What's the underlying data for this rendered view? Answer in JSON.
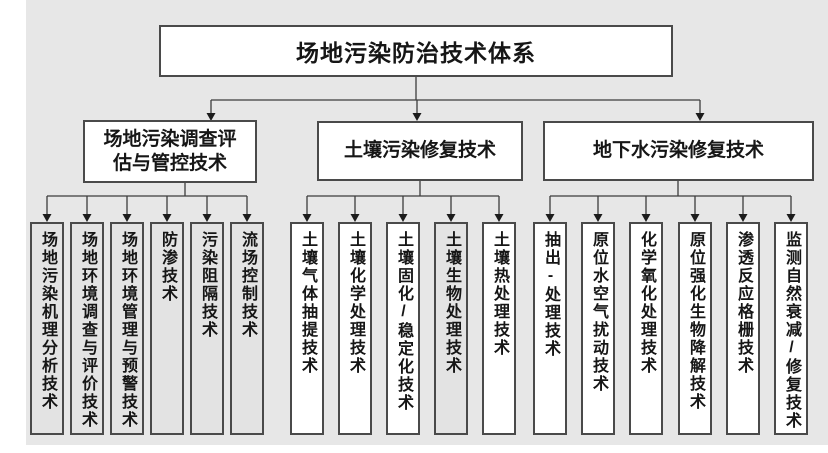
{
  "diagram": {
    "title": "场地污染防治技术体系",
    "branches": [
      {
        "label": "场地污染调查评估与管控技术",
        "children": [
          "场地污染机理分析技术",
          "场地环境调查与评价技术",
          "场地环境管理与预警技术",
          "防渗技术",
          "污染阻隔技术",
          "流场控制技术"
        ]
      },
      {
        "label": "土壤污染修复技术",
        "children": [
          "土壤气体抽提技术",
          "土壤化学处理技术",
          "土壤固化/稳定化技术",
          "土壤生物处理技术",
          "土壤热处理技术"
        ]
      },
      {
        "label": "地下水污染修复技术",
        "children": [
          "抽出-处理技术",
          "原位水空气扰动技术",
          "化学氧化处理技术",
          "原位强化生物降解技术",
          "渗透反应格栅技术",
          "监测自然衰减/修复技术"
        ]
      }
    ],
    "colors": {
      "background": "#e7e7e7",
      "box_fill": "#ffffff",
      "muted_box_fill": "#e3e3e3",
      "border": "#4a4a4a",
      "line": "#3d3d3d",
      "text": "#161616"
    }
  }
}
